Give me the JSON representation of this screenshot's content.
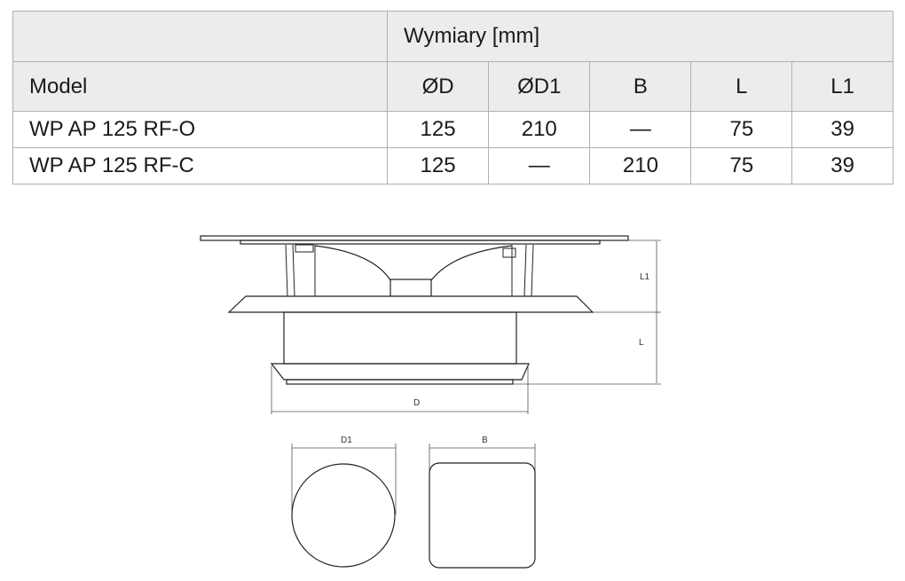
{
  "table": {
    "group_header": "Wymiary [mm]",
    "columns": [
      "Model",
      "ØD",
      "ØD1",
      "B",
      "L",
      "L1"
    ],
    "rows": [
      [
        "WP AP 125 RF-O",
        "125",
        "210",
        "—",
        "75",
        "39"
      ],
      [
        "WP AP 125 RF-C",
        "125",
        "—",
        "210",
        "75",
        "39"
      ]
    ]
  },
  "drawing": {
    "labels": {
      "L1": "L1",
      "L": "L",
      "D": "D",
      "D1": "D1",
      "B": "B"
    }
  }
}
